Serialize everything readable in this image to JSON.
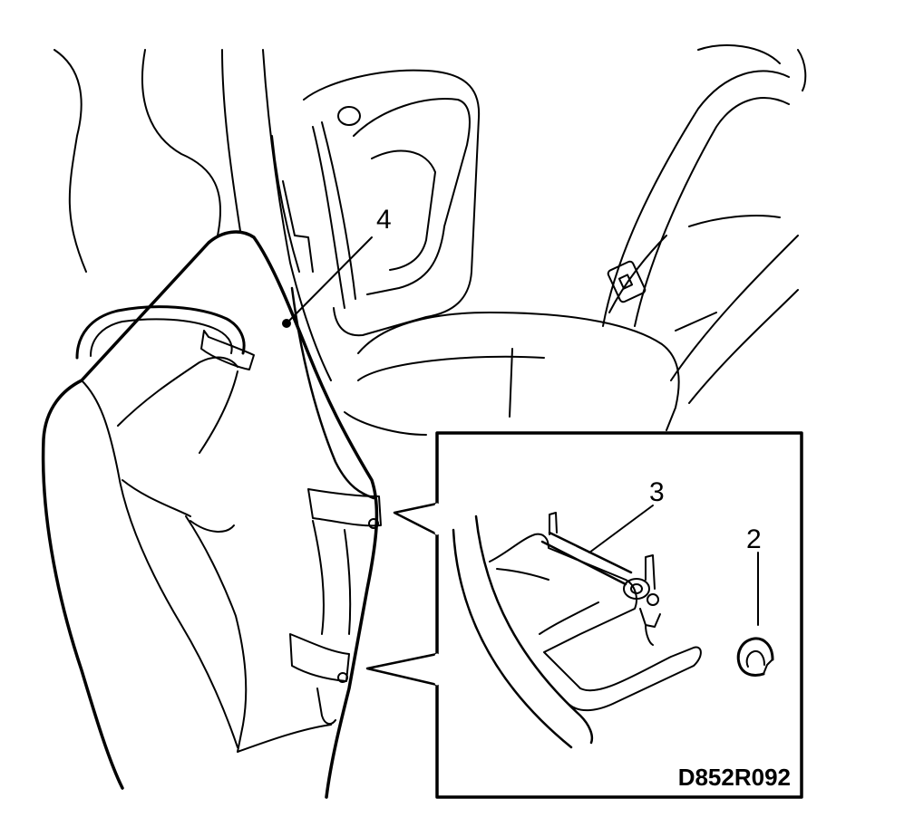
{
  "figure": {
    "callouts": [
      {
        "id": "callout-4",
        "label": "4"
      },
      {
        "id": "callout-3",
        "label": "3"
      },
      {
        "id": "callout-2",
        "label": "2"
      }
    ],
    "figure_code": "D852R092"
  },
  "colors": {
    "line": "#000000",
    "background": "#ffffff"
  }
}
